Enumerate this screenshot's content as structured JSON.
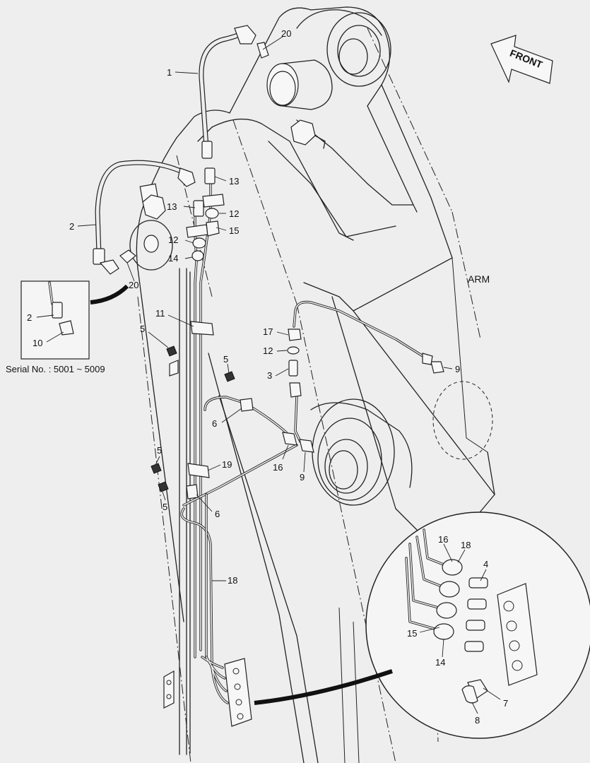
{
  "direction": {
    "label": "FRONT"
  },
  "arm_label": "ARM",
  "serial_note": "Serial No. : 5001 ~ 5009",
  "callouts": [
    {
      "id": "c20a",
      "text": "20"
    },
    {
      "id": "c1",
      "text": "1"
    },
    {
      "id": "c13a",
      "text": "13"
    },
    {
      "id": "c13b",
      "text": "13"
    },
    {
      "id": "c12a",
      "text": "12"
    },
    {
      "id": "c15a",
      "text": "15"
    },
    {
      "id": "c12b",
      "text": "12"
    },
    {
      "id": "c14a",
      "text": "14"
    },
    {
      "id": "c2",
      "text": "2"
    },
    {
      "id": "c20b",
      "text": "20"
    },
    {
      "id": "c2i",
      "text": "2"
    },
    {
      "id": "c10",
      "text": "10"
    },
    {
      "id": "c11",
      "text": "11"
    },
    {
      "id": "c5a",
      "text": "5"
    },
    {
      "id": "c17",
      "text": "17"
    },
    {
      "id": "c12c",
      "text": "12"
    },
    {
      "id": "c3",
      "text": "3"
    },
    {
      "id": "c9a",
      "text": "9"
    },
    {
      "id": "c5b",
      "text": "5"
    },
    {
      "id": "c6a",
      "text": "6"
    },
    {
      "id": "c16a",
      "text": "16"
    },
    {
      "id": "c9b",
      "text": "9"
    },
    {
      "id": "c5c",
      "text": "5"
    },
    {
      "id": "c19",
      "text": "19"
    },
    {
      "id": "c5d",
      "text": "5"
    },
    {
      "id": "c6b",
      "text": "6"
    },
    {
      "id": "c18a",
      "text": "18"
    },
    {
      "id": "c16b",
      "text": "16"
    },
    {
      "id": "c18b",
      "text": "18"
    },
    {
      "id": "c4",
      "text": "4"
    },
    {
      "id": "c15b",
      "text": "15"
    },
    {
      "id": "c14b",
      "text": "14"
    },
    {
      "id": "c7",
      "text": "7"
    },
    {
      "id": "c8",
      "text": "8"
    }
  ]
}
